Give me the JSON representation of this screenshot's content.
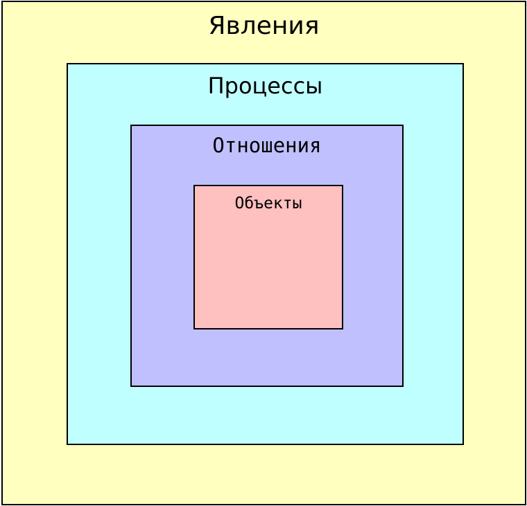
{
  "diagram": {
    "phenomena": {
      "label": "Явления",
      "color": "#ffffc0"
    },
    "processes": {
      "label": "Процессы",
      "color": "#c0ffff"
    },
    "relations": {
      "label": "Отношения",
      "color": "#c0c0ff"
    },
    "objects": {
      "label": "Объекты",
      "color": "#ffc0c0"
    }
  }
}
